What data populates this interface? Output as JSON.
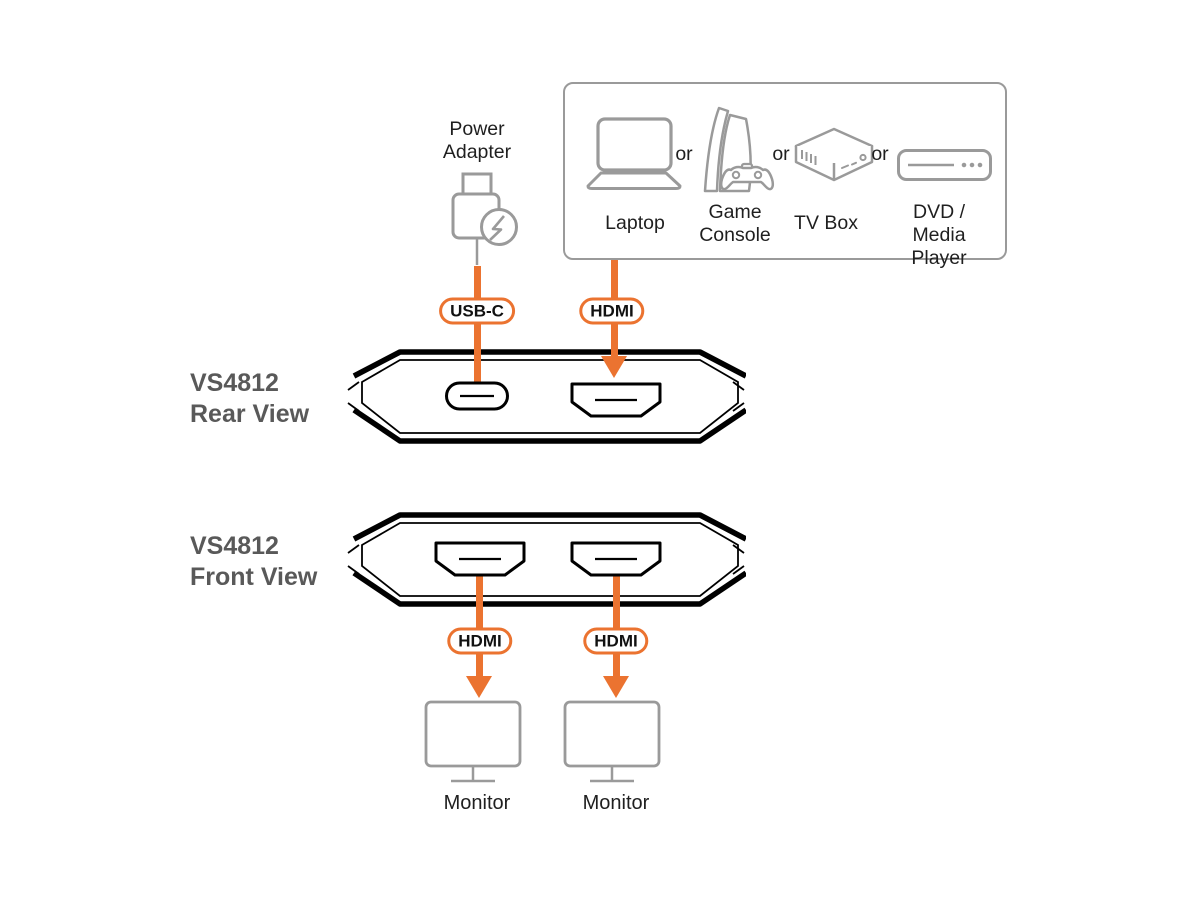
{
  "colors": {
    "accent_orange": "#EB7330",
    "icon_gray": "#9A9A9A",
    "box_border_gray": "#9A9A9A",
    "text_dark": "#1F1F1F",
    "view_label_gray": "#595959",
    "outline_black": "#000000"
  },
  "power_adapter": {
    "label": "Power\nAdapter"
  },
  "sources_box": {
    "or_label": "or",
    "items": [
      {
        "name": "laptop",
        "label": "Laptop"
      },
      {
        "name": "game-console",
        "label": "Game\nConsole"
      },
      {
        "name": "tv-box",
        "label": "TV Box"
      },
      {
        "name": "dvd-media-player",
        "label": "DVD / Media\nPlayer"
      }
    ]
  },
  "connectors": {
    "usb_c": "USB-C",
    "hdmi": "HDMI"
  },
  "device": {
    "rear_label": "VS4812\nRear View",
    "front_label": "VS4812\nFront View"
  },
  "outputs": {
    "monitors": [
      {
        "label": "Monitor"
      },
      {
        "label": "Monitor"
      }
    ]
  }
}
